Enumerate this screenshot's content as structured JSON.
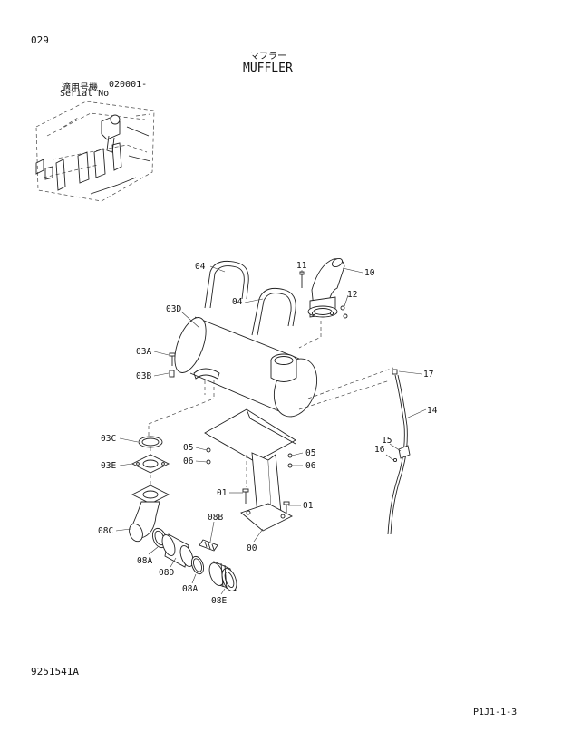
{
  "header": {
    "page_number": "029",
    "title_jp": "マフラー",
    "title_en": "MUFFLER",
    "serial_label_jp": "適用号機",
    "serial_value": "020001-",
    "serial_label_en": "Serial No"
  },
  "footer": {
    "drawing_number": "9251541A",
    "page_code": "P1J1-1-3"
  },
  "callouts": {
    "c04a": "04",
    "c04b": "04",
    "c11": "11",
    "c10": "10",
    "c12": "12",
    "c03D": "03D",
    "c03A": "03A",
    "c03B": "03B",
    "c17": "17",
    "c14": "14",
    "c03C": "03C",
    "c03E": "03E",
    "c05a": "05",
    "c06a": "06",
    "c05b": "05",
    "c06b": "06",
    "c15": "15",
    "c16": "16",
    "c01a": "01",
    "c01b": "01",
    "c08B": "08B",
    "c08C": "08C",
    "c08A1": "08A",
    "c08D": "08D",
    "c08A2": "08A",
    "c08E": "08E",
    "c00": "00"
  }
}
